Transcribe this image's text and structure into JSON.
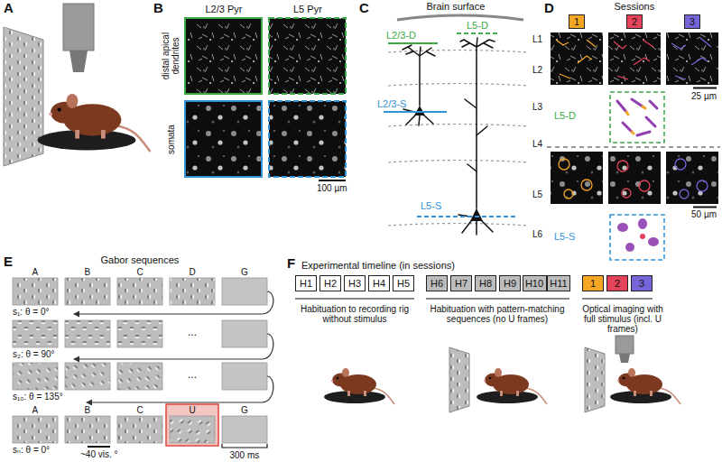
{
  "diagram": {
    "nodes": [
      {
        "text": [
          "1"
        ]
      },
      {
        "text": [
          "2"
        ]
      },
      {
        "text": [
          "3"
        ]
      },
      {
        "text": [
          "H1"
        ]
      },
      {
        "text": [
          "H2"
        ]
      },
      {
        "text": [
          "H3"
        ]
      },
      {
        "text": [
          "H4"
        ]
      },
      {
        "text": [
          "H5"
        ]
      },
      {
        "text": [
          "H6"
        ]
      },
      {
        "text": [
          "H7"
        ]
      },
      {
        "text": [
          "H8"
        ]
      },
      {
        "text": [
          "H9"
        ]
      },
      {
        "text": [
          "H10"
        ]
      },
      {
        "text": [
          "H11"
        ]
      },
      {
        "text": [
          "1"
        ]
      },
      {
        "text": [
          "2"
        ]
      },
      {
        "text": [
          "3"
        ]
      }
    ],
    "labels": [
      "A",
      "B",
      "L2/3 Pyr",
      "L5 Pyr",
      "distal apical dendrites",
      "somata",
      "100 µm",
      "C",
      "Brain surface",
      "L5-D",
      "L2/3-D",
      "L1",
      "L2",
      "L2/3-S",
      "L3",
      "L4",
      "L5",
      "L5-S",
      "L6",
      "D",
      "Sessions",
      "25 µm",
      "L5-D",
      "50 µm",
      "L5-S",
      "E",
      "Gabor sequences",
      "A",
      "B",
      "C",
      "D",
      "G",
      "s₁: θ = 0°",
      "...",
      "s₂: θ = 90°",
      "...",
      "s₁₀: θ = 135°",
      "A",
      "B",
      "C",
      "U",
      "G",
      "sₙ: θ = 0°",
      "~40 vis. °",
      "300 ms",
      "F",
      "Experimental timeline (in sessions)",
      "Habituation to recording rig without stimulus",
      "Habituation with pattern-matching sequences (no U frames)",
      "Optical imaging with full stimulus (incl. U frames)"
    ]
  }
}
